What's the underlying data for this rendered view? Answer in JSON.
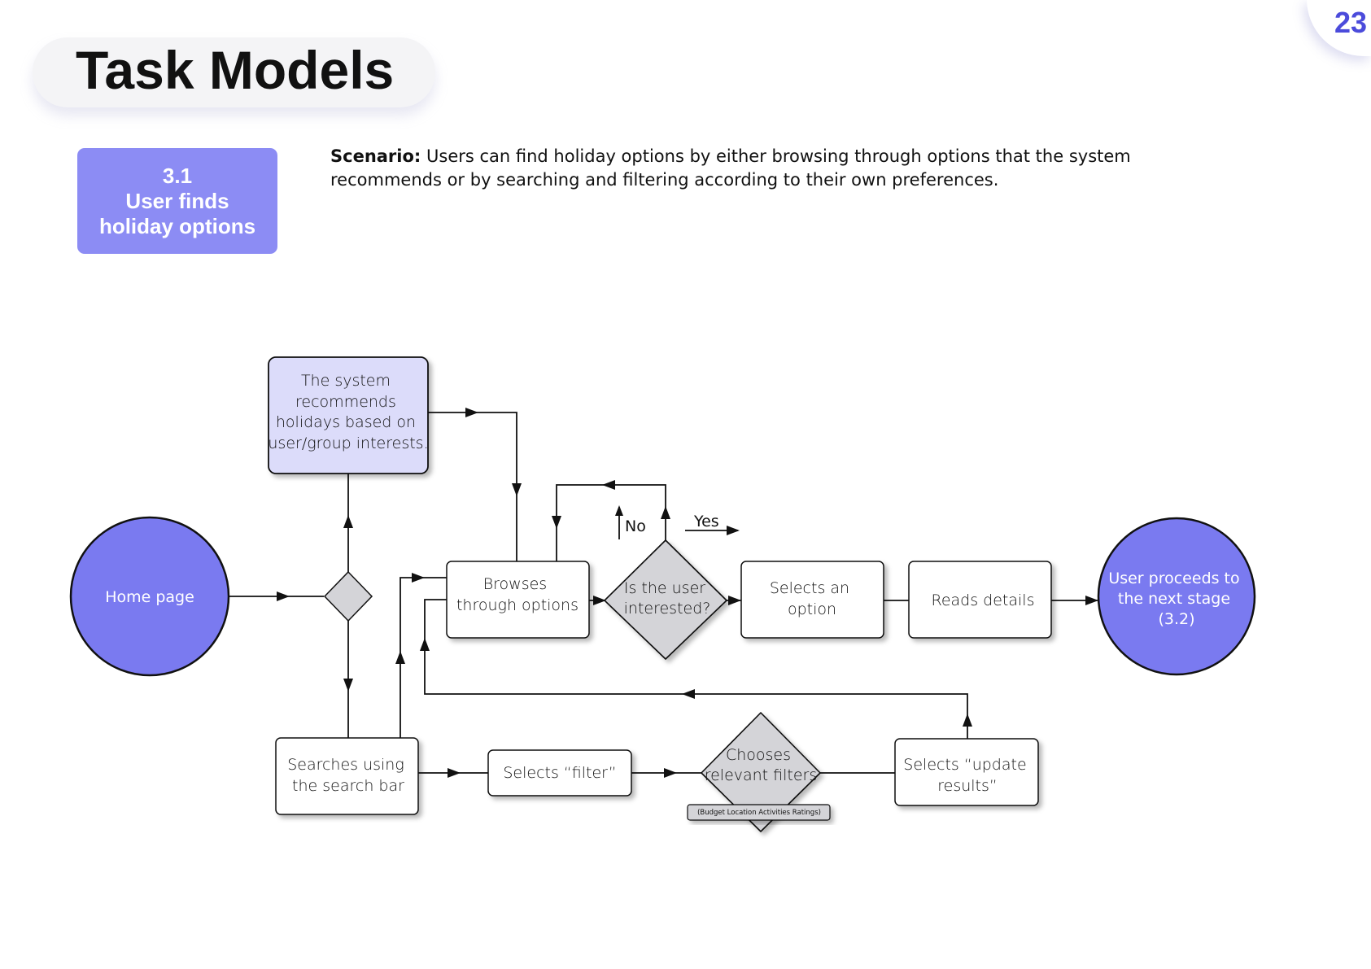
{
  "page_number": "23",
  "title": "Task Models",
  "section": {
    "number": "3.1",
    "line1": "User finds",
    "line2": "holiday options"
  },
  "scenario": {
    "label": "Scenario:",
    "text": " Users can find holiday options by either browsing through options that the system recommends or by searching and filtering according to their own preferences."
  },
  "colors": {
    "accent": "#7a7af0",
    "badge": "#8c8cf4",
    "recommend_fill": "#dcdcfa",
    "decision_fill": "#d4d4d8",
    "page_number": "#4b4bdb"
  },
  "diagram": {
    "home": "Home page",
    "recommend": [
      "The system",
      "recommends",
      "holidays based on",
      "user/group interests."
    ],
    "browse": [
      "Browses",
      "through options"
    ],
    "interested": [
      "Is the user",
      "interested?"
    ],
    "no_label": "No",
    "yes_label": "Yes",
    "selects_option": [
      "Selects an",
      "option"
    ],
    "reads_details": "Reads details",
    "next_stage": [
      "User proceeds to",
      "the next stage",
      "(3.2)"
    ],
    "searches": [
      "Searches using",
      "the search bar"
    ],
    "selects_filter": "Selects “filter”",
    "chooses_filters": [
      "Chooses",
      "relevant filters"
    ],
    "filter_types": "(Budget  Location  Activities  Ratings)",
    "update_results": [
      "Selects “update",
      "results”"
    ]
  }
}
